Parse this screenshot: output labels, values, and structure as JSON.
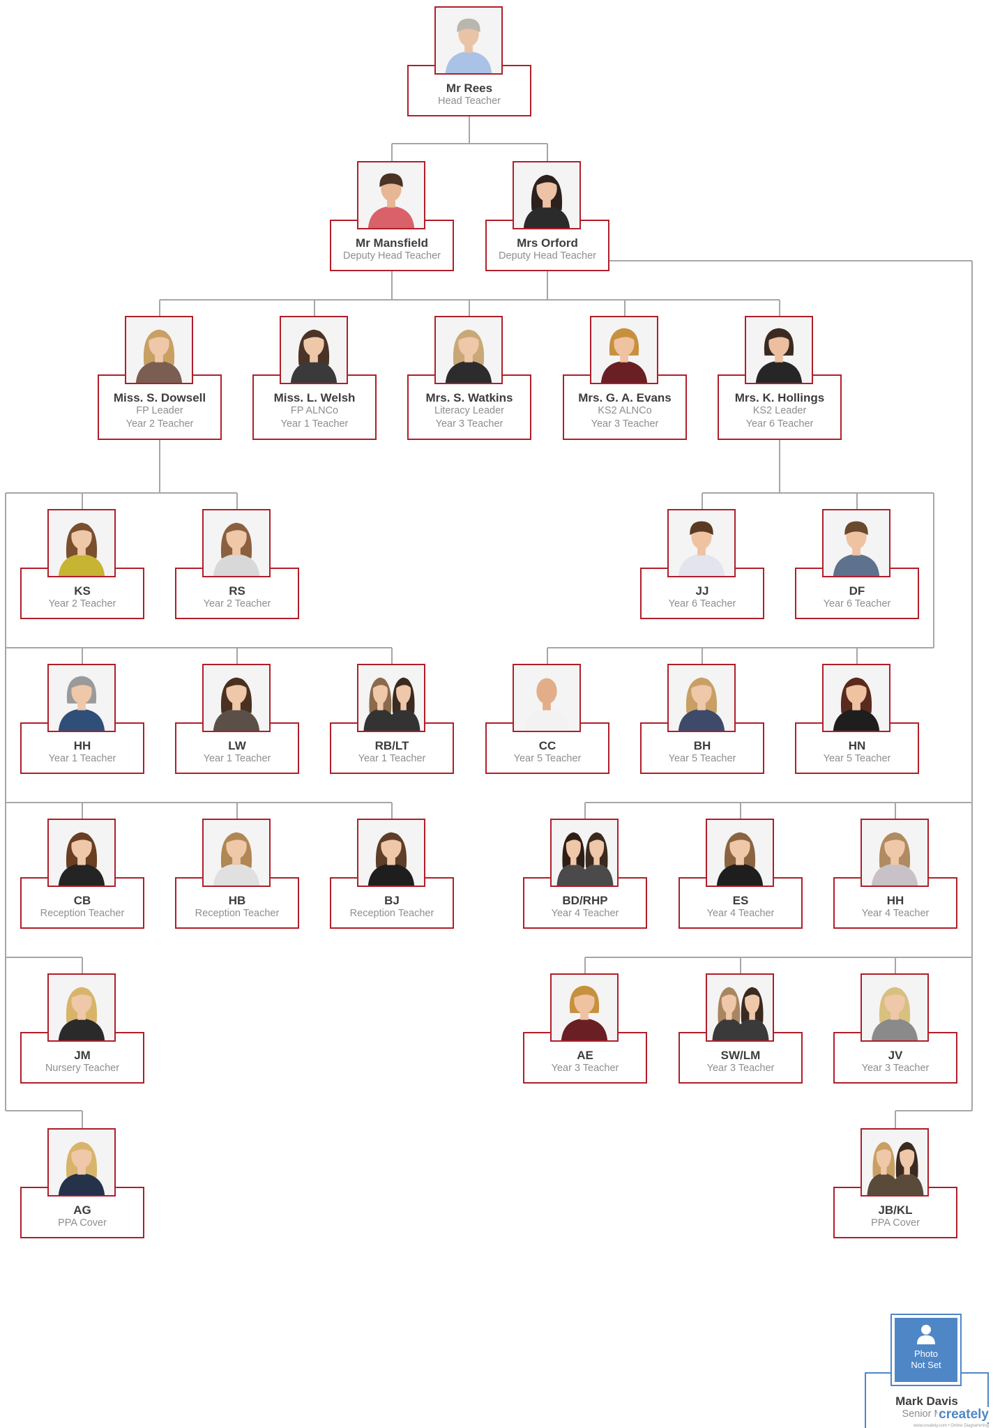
{
  "people": [
    {
      "id": "rees",
      "name": "Mr Rees",
      "lines": [
        "Head Teacher"
      ],
      "photo": {
        "skin": "#e8c3a6",
        "hair": "#b9b6ae",
        "top": "#a9c2e6",
        "style": "short"
      }
    },
    {
      "id": "mansfield",
      "name": "Mr Mansfield",
      "lines": [
        "Deputy Head Teacher"
      ],
      "photo": {
        "skin": "#e6b695",
        "hair": "#4a3225",
        "top": "#d9616a",
        "style": "short"
      }
    },
    {
      "id": "orford",
      "name": "Mrs Orford",
      "lines": [
        "Deputy Head Teacher"
      ],
      "photo": {
        "skin": "#eec2a4",
        "hair": "#2c211d",
        "top": "#2b2b2b",
        "style": "long"
      }
    },
    {
      "id": "dowsell",
      "name": "Miss. S. Dowsell",
      "lines": [
        "FP Leader",
        "Year 2 Teacher"
      ],
      "photo": {
        "skin": "#efc7a9",
        "hair": "#c8a064",
        "top": "#7a5e52",
        "style": "long"
      }
    },
    {
      "id": "welsh",
      "name": "Miss. L. Welsh",
      "lines": [
        "FP ALNCo",
        "Year 1 Teacher"
      ],
      "photo": {
        "skin": "#efc7a9",
        "hair": "#4a3426",
        "top": "#3a3a3a",
        "style": "long"
      }
    },
    {
      "id": "watkins",
      "name": "Mrs. S. Watkins",
      "lines": [
        "Literacy Leader",
        "Year 3 Teacher"
      ],
      "photo": {
        "skin": "#efc7a9",
        "hair": "#c9a877",
        "top": "#2c2c2c",
        "style": "long"
      }
    },
    {
      "id": "evans",
      "name": "Mrs. G. A. Evans",
      "lines": [
        "KS2 ALNCo",
        "Year 3 Teacher"
      ],
      "photo": {
        "skin": "#efc2a2",
        "hair": "#c7903d",
        "top": "#6a1f24",
        "style": "bob"
      }
    },
    {
      "id": "hollings",
      "name": "Mrs. K. Hollings",
      "lines": [
        "KS2 Leader",
        "Year 6 Teacher"
      ],
      "photo": {
        "skin": "#ecbfa0",
        "hair": "#3b2a22",
        "top": "#262626",
        "style": "bob"
      }
    },
    {
      "id": "ks",
      "name": "KS",
      "lines": [
        "Year 2 Teacher"
      ],
      "photo": {
        "skin": "#efc7a9",
        "hair": "#7a4f2e",
        "top": "#c6b432",
        "style": "long"
      }
    },
    {
      "id": "rs",
      "name": "RS",
      "lines": [
        "Year 2 Teacher"
      ],
      "photo": {
        "skin": "#efc7a9",
        "hair": "#8a6040",
        "top": "#d8d8d8",
        "style": "long"
      }
    },
    {
      "id": "jj",
      "name": "JJ",
      "lines": [
        "Year 6 Teacher"
      ],
      "photo": {
        "skin": "#efc2a2",
        "hair": "#5a3a22",
        "top": "#e4e4ee",
        "style": "short"
      }
    },
    {
      "id": "df",
      "name": "DF",
      "lines": [
        "Year 6 Teacher"
      ],
      "photo": {
        "skin": "#efc2a2",
        "hair": "#6a4a2e",
        "top": "#5e728e",
        "style": "short"
      }
    },
    {
      "id": "hh1",
      "name": "HH",
      "lines": [
        "Year 1 Teacher"
      ],
      "photo": {
        "skin": "#efc7a9",
        "hair": "#9a9a9a",
        "top": "#2f4e78",
        "style": "bob"
      }
    },
    {
      "id": "lw",
      "name": "LW",
      "lines": [
        "Year 1 Teacher"
      ],
      "photo": {
        "skin": "#efc7a9",
        "hair": "#4a3020",
        "top": "#5a5048",
        "style": "long"
      }
    },
    {
      "id": "rblt",
      "name": "RB/LT",
      "lines": [
        "Year 1 Teacher"
      ],
      "photo": {
        "skin": "#efc7a9",
        "hair": "#8a6a4a",
        "top": "#333333",
        "style": "pair"
      }
    },
    {
      "id": "cc",
      "name": "CC",
      "lines": [
        "Year 5 Teacher"
      ],
      "photo": {
        "skin": "#e2ae8a",
        "hair": "#e2ae8a",
        "top": "#f2f2f2",
        "style": "bald"
      }
    },
    {
      "id": "bh",
      "name": "BH",
      "lines": [
        "Year 5 Teacher"
      ],
      "photo": {
        "skin": "#efc7a9",
        "hair": "#c8a064",
        "top": "#3d4a6a",
        "style": "long"
      }
    },
    {
      "id": "hn",
      "name": "HN",
      "lines": [
        "Year 5 Teacher"
      ],
      "photo": {
        "skin": "#efc2a2",
        "hair": "#5a2a1e",
        "top": "#1e1e1e",
        "style": "long"
      }
    },
    {
      "id": "cb",
      "name": "CB",
      "lines": [
        "Reception Teacher"
      ],
      "photo": {
        "skin": "#efc7a9",
        "hair": "#6a3e22",
        "top": "#242424",
        "style": "long"
      }
    },
    {
      "id": "hb",
      "name": "HB",
      "lines": [
        "Reception Teacher"
      ],
      "photo": {
        "skin": "#efc7a9",
        "hair": "#b08654",
        "top": "#e0e0e0",
        "style": "long"
      }
    },
    {
      "id": "bj",
      "name": "BJ",
      "lines": [
        "Reception Teacher"
      ],
      "photo": {
        "skin": "#efc7a9",
        "hair": "#5e3e28",
        "top": "#1e1e1e",
        "style": "long"
      }
    },
    {
      "id": "bdrhp",
      "name": "BD/RHP",
      "lines": [
        "Year 4 Teacher"
      ],
      "photo": {
        "skin": "#efc7a9",
        "hair": "#2e1e16",
        "top": "#4a4a4a",
        "style": "pair"
      }
    },
    {
      "id": "es",
      "name": "ES",
      "lines": [
        "Year 4 Teacher"
      ],
      "photo": {
        "skin": "#efc7a9",
        "hair": "#8a6440",
        "top": "#1e1e1e",
        "style": "long"
      }
    },
    {
      "id": "hh4",
      "name": "HH",
      "lines": [
        "Year 4 Teacher"
      ],
      "photo": {
        "skin": "#efc7a9",
        "hair": "#b08a60",
        "top": "#c8c2c8",
        "style": "long"
      }
    },
    {
      "id": "jm",
      "name": "JM",
      "lines": [
        "Nursery Teacher"
      ],
      "photo": {
        "skin": "#efc7a9",
        "hair": "#d8b46a",
        "top": "#2a2a2a",
        "style": "long"
      }
    },
    {
      "id": "ae",
      "name": "AE",
      "lines": [
        "Year 3 Teacher"
      ],
      "photo": {
        "skin": "#efc2a2",
        "hair": "#c7903d",
        "top": "#6a1f24",
        "style": "bob"
      }
    },
    {
      "id": "swlm",
      "name": "SW/LM",
      "lines": [
        "Year 3 Teacher"
      ],
      "photo": {
        "skin": "#efc7a9",
        "hair": "#a88660",
        "top": "#3a3a3a",
        "style": "pair"
      }
    },
    {
      "id": "jv",
      "name": "JV",
      "lines": [
        "Year 3 Teacher"
      ],
      "photo": {
        "skin": "#efc7a9",
        "hair": "#d8c080",
        "top": "#8a8a8a",
        "style": "long"
      }
    },
    {
      "id": "ag",
      "name": "AG",
      "lines": [
        "PPA Cover"
      ],
      "photo": {
        "skin": "#efc7a9",
        "hair": "#d8b46a",
        "top": "#24324a",
        "style": "long"
      }
    },
    {
      "id": "jbkl",
      "name": "JB/KL",
      "lines": [
        "PPA Cover"
      ],
      "photo": {
        "skin": "#efc7a9",
        "hair": "#c8a064",
        "top": "#5a4a3a",
        "style": "pair"
      }
    }
  ],
  "placeholder": {
    "photo_label_1": "Photo",
    "photo_label_2": "Not Set",
    "name": "Mark Davis",
    "role": "Senior Mar",
    "brand": "creately",
    "brand_sub": "www.creately.com • Online Diagramming"
  },
  "colors": {
    "card_border": "#b01e2a",
    "connector": "#a6a6a6",
    "name_text": "#3d3d3d",
    "role_text": "#8e8e8e",
    "placeholder_blue": "#4f86c6"
  }
}
